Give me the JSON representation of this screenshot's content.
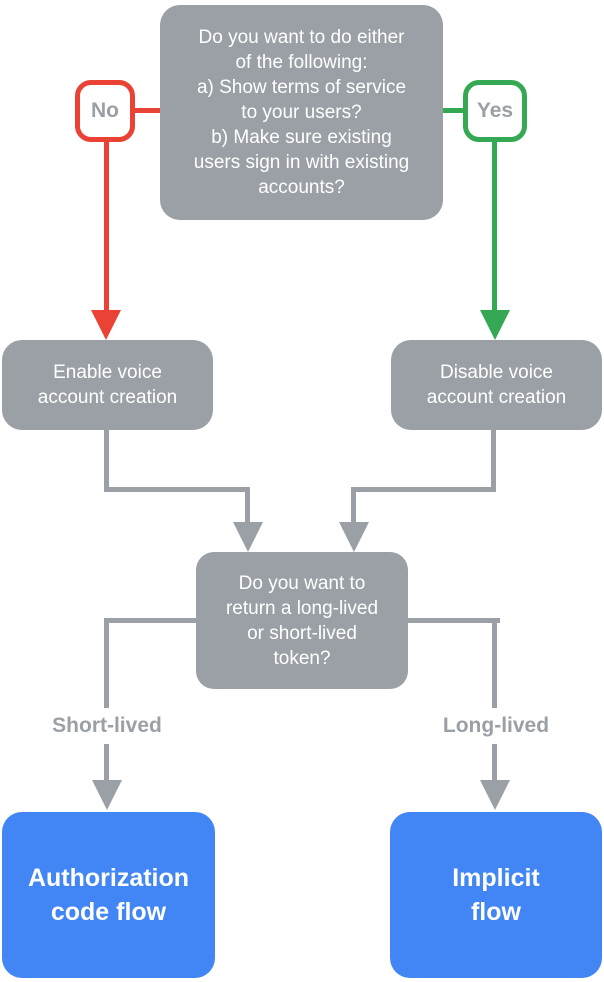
{
  "diagram": {
    "type": "flowchart",
    "topic": "voice-account-linking-decision-flow",
    "colors": {
      "node_gray": "#9AA0A6",
      "result_blue": "#4285F4",
      "no_red": "#EA4335",
      "yes_green": "#34A853",
      "label_text_gray": "#9AA0A6",
      "node_text_white": "#FFFFFF"
    },
    "nodes": {
      "question_top": {
        "text": "Do you want to do either\nof the following:\na) Show terms of service\nto your users?\nb) Make sure existing\nusers sign in with existing\naccounts?"
      },
      "enable": {
        "text": "Enable voice\naccount creation"
      },
      "disable": {
        "text": "Disable voice\naccount creation"
      },
      "question_token": {
        "text": "Do you want to\nreturn a long-lived\nor short-lived\ntoken?"
      },
      "auth_code": {
        "text": "Authorization\ncode flow"
      },
      "implicit": {
        "text": "Implicit\nflow"
      }
    },
    "edge_labels": {
      "no": "No",
      "yes": "Yes",
      "short_lived": "Short-lived",
      "long_lived": "Long-lived"
    }
  }
}
